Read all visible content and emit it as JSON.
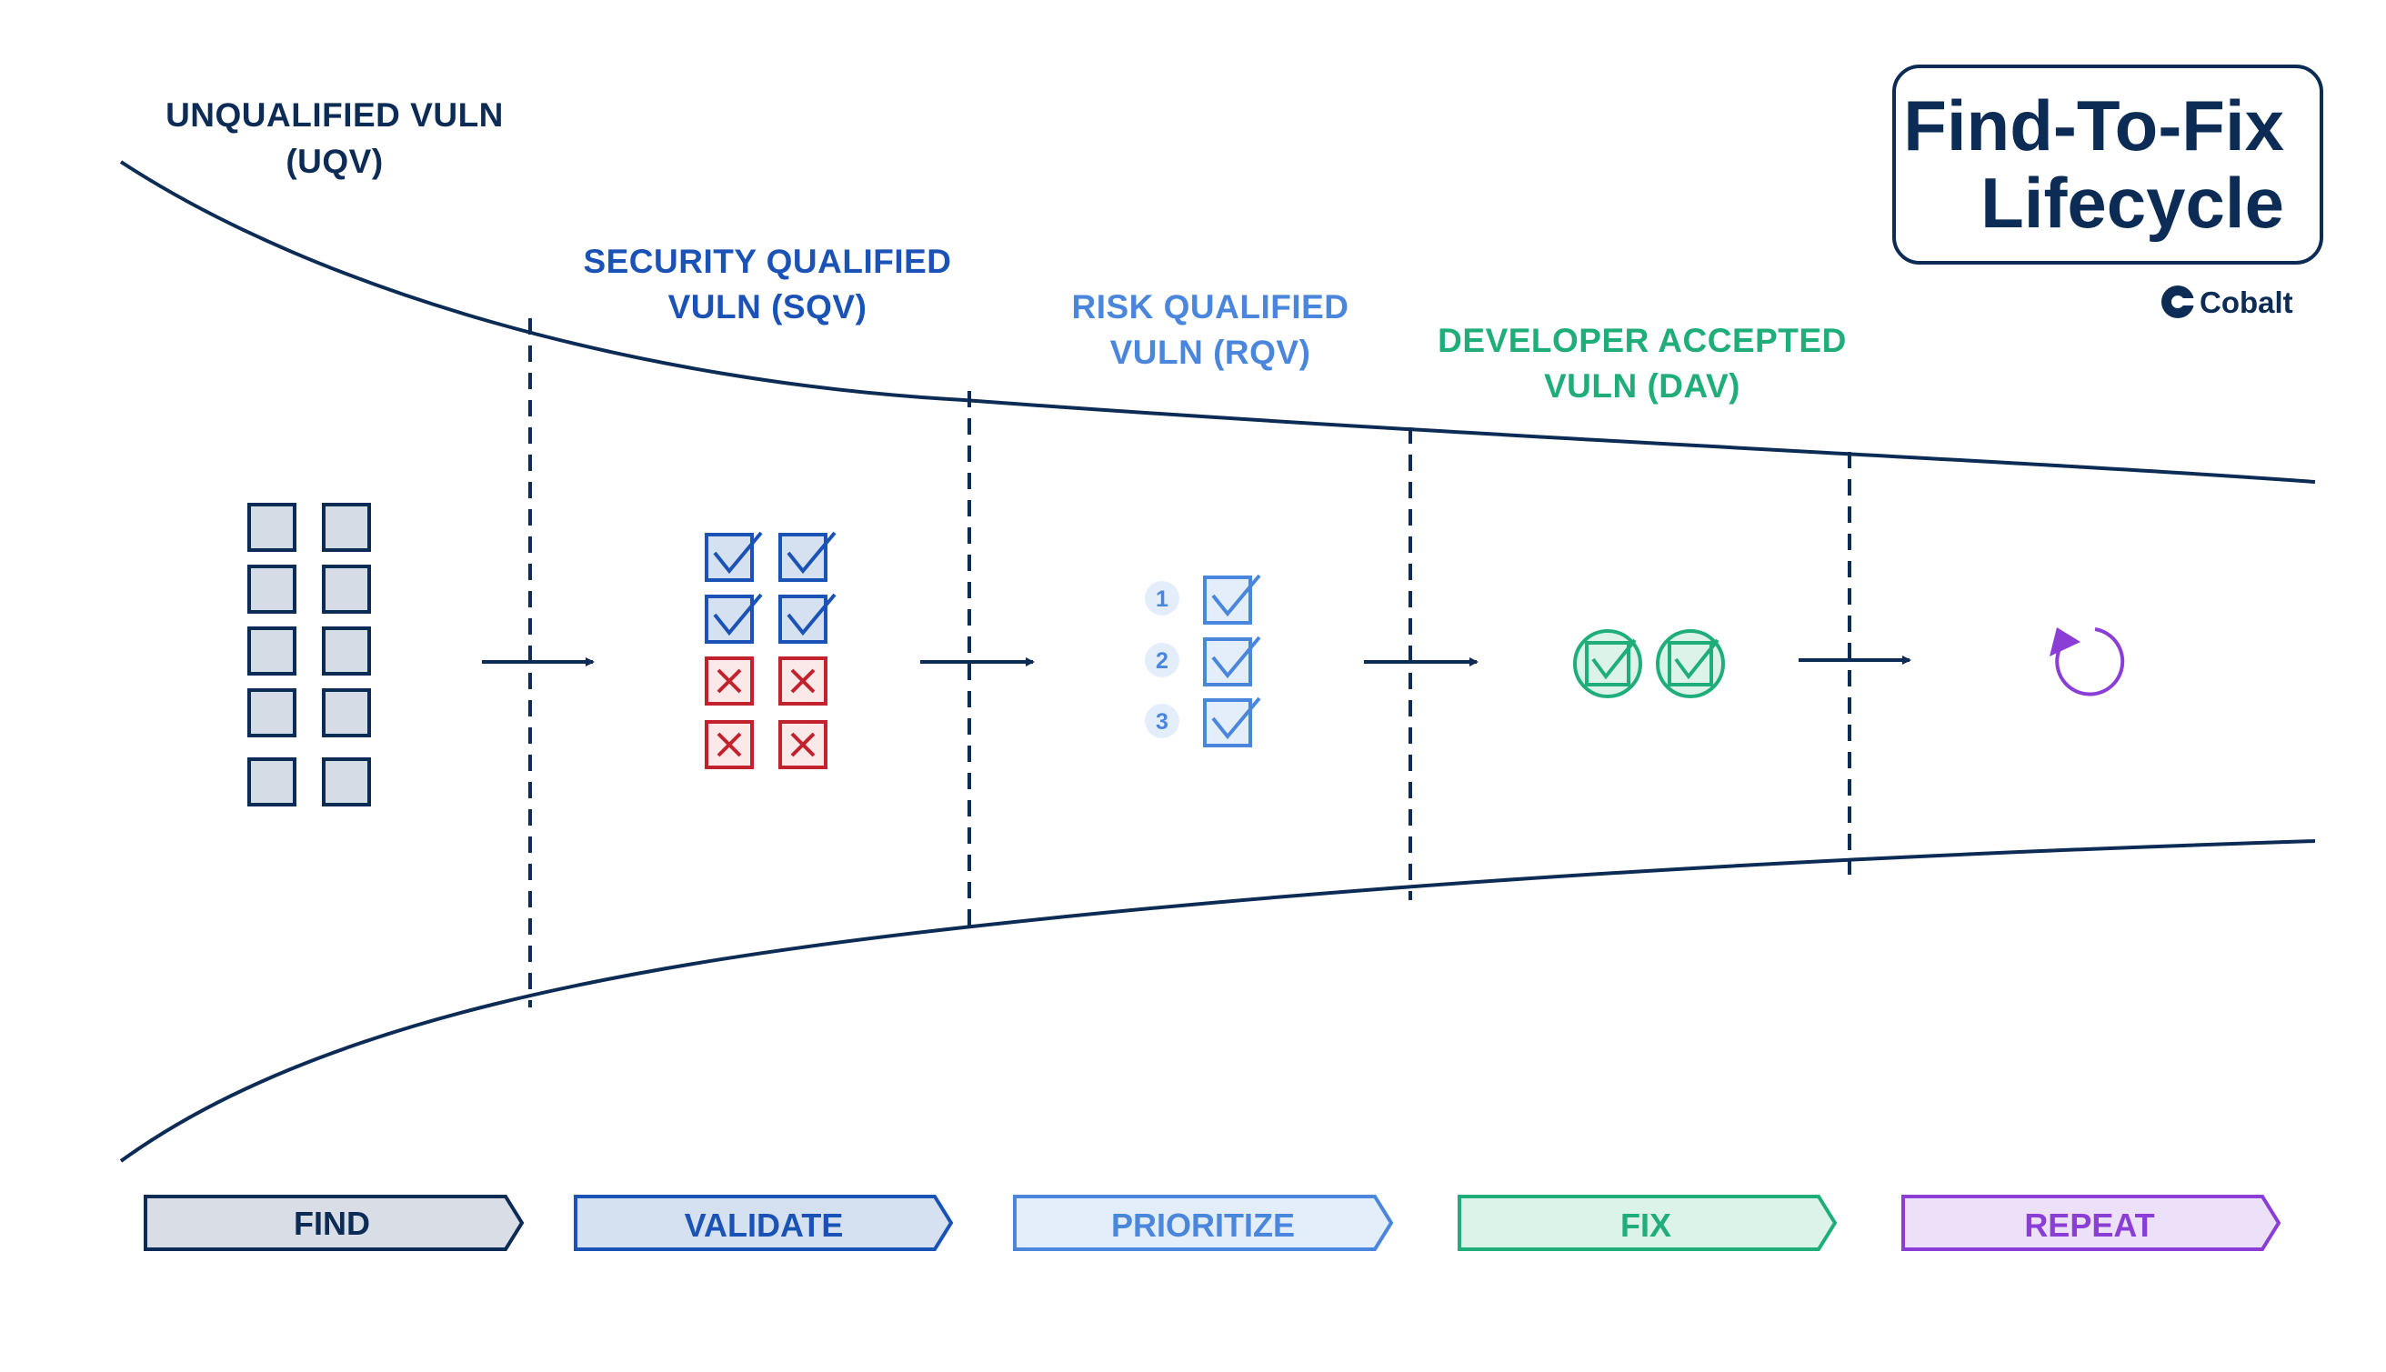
{
  "title": {
    "line1": "Find-To-Fix",
    "line2": "Lifecycle"
  },
  "logo": {
    "text": "Cobalt",
    "icon": "cobalt-logo-icon"
  },
  "stages": [
    {
      "line1": "UNQUALIFIED VULN",
      "line2": "(UQV)",
      "color": "#0c2b55"
    },
    {
      "line1": "SECURITY QUALIFIED",
      "line2": "VULN (SQV)",
      "color": "#1a52b5"
    },
    {
      "line1": "RISK QUALIFIED",
      "line2": "VULN (RQV)",
      "color": "#4a86dc"
    },
    {
      "line1": "DEVELOPER ACCEPTED",
      "line2": "VULN (DAV)",
      "color": "#1fae7a"
    }
  ],
  "steps": [
    {
      "label": "FIND",
      "stroke": "#0c2b55",
      "fill": "#d9dee6",
      "text_color": "#0c2b55"
    },
    {
      "label": "VALIDATE",
      "stroke": "#1a52b5",
      "fill": "#d5e1f1",
      "text_color": "#1a52b5"
    },
    {
      "label": "PRIORITIZE",
      "stroke": "#4a86dc",
      "fill": "#e4eefb",
      "text_color": "#4a86dc"
    },
    {
      "label": "FIX",
      "stroke": "#1fae7a",
      "fill": "#dcf3ea",
      "text_color": "#1fae7a"
    },
    {
      "label": "REPEAT",
      "stroke": "#8a3ed6",
      "fill": "#ece1f8",
      "text_color": "#8a3ed6"
    }
  ],
  "priority_numbers": [
    "1",
    "2",
    "3"
  ],
  "colors": {
    "funnel": "#0c2b55",
    "unqualified_box_fill": "#d6dce5",
    "validated": "#1a52b5",
    "rejected": "#c2222d",
    "rejected_fill": "#fbe9ea",
    "prioritized": "#4a86dc",
    "accepted": "#1fae7a",
    "repeat": "#8a3ed6"
  },
  "icons": {
    "unqualified": "square-icon",
    "validated": "checked-box-icon",
    "rejected": "x-box-icon",
    "prioritized": "checked-box-icon",
    "accepted": "circled-check-icon",
    "repeat": "refresh-icon",
    "flow": "arrow-right-icon"
  }
}
